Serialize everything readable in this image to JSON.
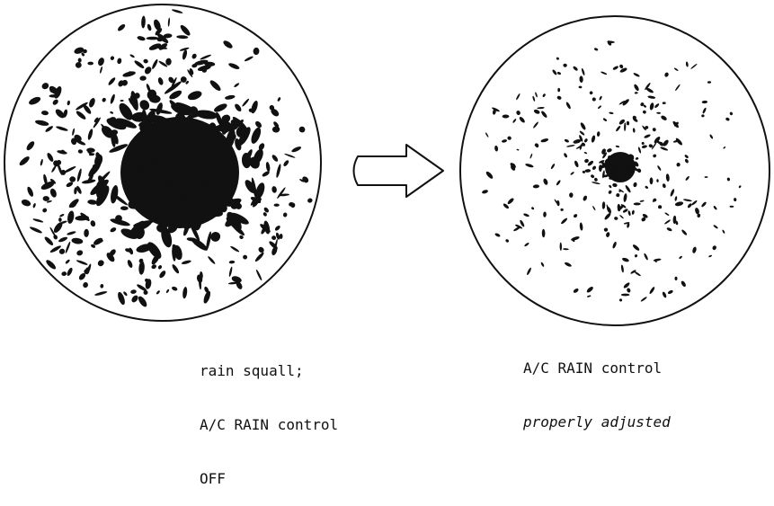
{
  "panels": [
    {
      "id": "left",
      "caption_lines": [
        "rain squall;",
        "A/C RAIN control",
        "OFF"
      ]
    },
    {
      "id": "right",
      "caption_lines": [
        "A/C RAIN control",
        "properly adjusted"
      ]
    }
  ],
  "arrow_icon": "right-arrow-icon",
  "colors": {
    "ink": "#111111",
    "background": "#ffffff"
  }
}
